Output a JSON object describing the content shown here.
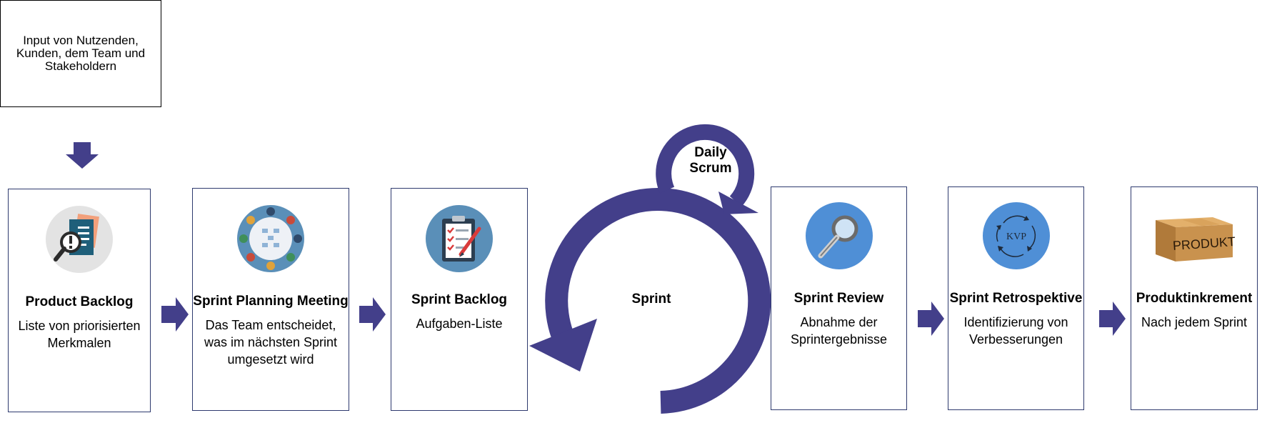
{
  "input": {
    "text": "Input von Nutzenden, Kunden, dem Team und Stakeholdern"
  },
  "stages": [
    {
      "title": "Product Backlog",
      "description": "Liste von priorisierten Merkmalen",
      "icon": "magnifier-document-icon"
    },
    {
      "title": "Sprint Planning Meeting",
      "description": "Das Team entscheidet, was im nächsten Sprint umgesetzt wird",
      "icon": "meeting-table-icon"
    },
    {
      "title": "Sprint Backlog",
      "description": "Aufgaben-Liste",
      "icon": "clipboard-checklist-icon"
    },
    {
      "title": "Sprint Review",
      "description": "Abnahme der Sprintergebnisse",
      "icon": "magnifying-glass-icon"
    },
    {
      "title": "Sprint Retrospektive",
      "description": "Identifizierung von Verbesserungen",
      "icon": "kvp-cycle-icon"
    },
    {
      "title": "Produktinkrement",
      "description": "Nach jedem Sprint",
      "icon": "product-box-icon"
    }
  ],
  "sprint_label": "Sprint",
  "daily_scrum_label": "Daily Scrum",
  "kvp_label": "KVP",
  "box_label": "PRODUKT",
  "colors": {
    "arrow": "#433f8a",
    "border": "#2e3a6e",
    "icon_blue": "#4f8fd6"
  }
}
